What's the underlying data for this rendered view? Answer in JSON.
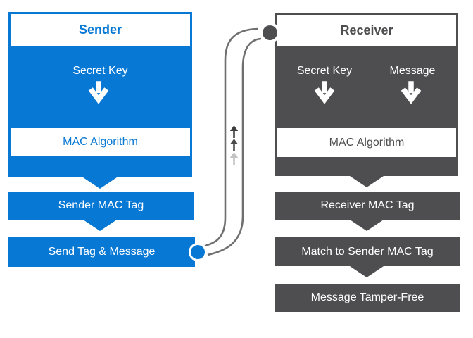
{
  "colors": {
    "blue": "#0778D4",
    "dark": "#4E4E50",
    "connector": "#6F6F6F",
    "arrow-dark": "#3E3E3E",
    "arrow-mid": "#4A4A4A",
    "arrow-light": "#C3C3C3"
  },
  "sender": {
    "title": "Sender",
    "input_label": "Secret Key",
    "algorithm_label": "MAC Algorithm",
    "steps": [
      "Sender MAC Tag",
      "Send Tag & Message"
    ]
  },
  "receiver": {
    "title": "Receiver",
    "input_labels": [
      "Secret Key",
      "Message"
    ],
    "algorithm_label": "MAC Algorithm",
    "steps": [
      "Receiver MAC Tag",
      "Match to Sender MAC Tag",
      "Message Tamper-Free"
    ]
  },
  "icons": {
    "down_arrow": "↓",
    "up_arrow": "↑",
    "transfer_dot": "●"
  }
}
